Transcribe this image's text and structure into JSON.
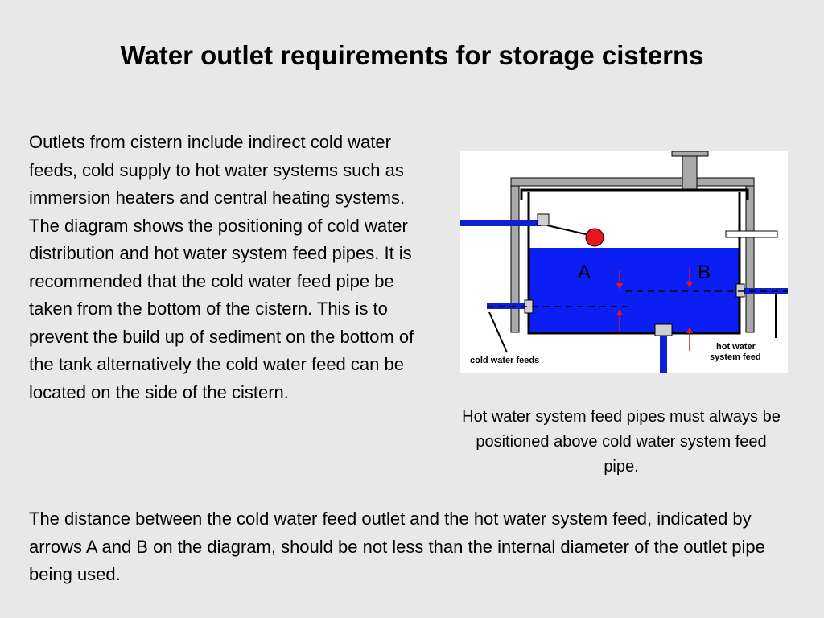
{
  "title": "Water outlet requirements for storage cisterns",
  "left_paragraph": "Outlets from cistern include indirect cold water feeds, cold supply to hot water systems such as immersion heaters and central heating systems. The diagram shows the positioning of cold water distribution and hot water system feed pipes. It is recommended that the cold water feed pipe be taken from the bottom of the cistern. This is to prevent the build up of sediment on the bottom of the tank alternatively the cold water feed can be located on the side of the cistern.",
  "diagram": {
    "label_a": "A",
    "label_b": "B",
    "label_cold_feeds": "cold water feeds",
    "label_hot_feed_line1": "hot water",
    "label_hot_feed_line2": "system feed",
    "colors": {
      "water": "#0b1ff5",
      "pipe": "#1020d0",
      "frame": "#a9a9a9",
      "ball": "#e8141e",
      "arrow": "#e8141e"
    }
  },
  "caption": "Hot water system feed pipes must always be positioned above cold water system feed pipe.",
  "bottom_paragraph": "The distance between the cold water feed outlet and the hot water system feed, indicated by arrows A and B on the diagram, should be not less than the internal diameter of the outlet pipe being used."
}
